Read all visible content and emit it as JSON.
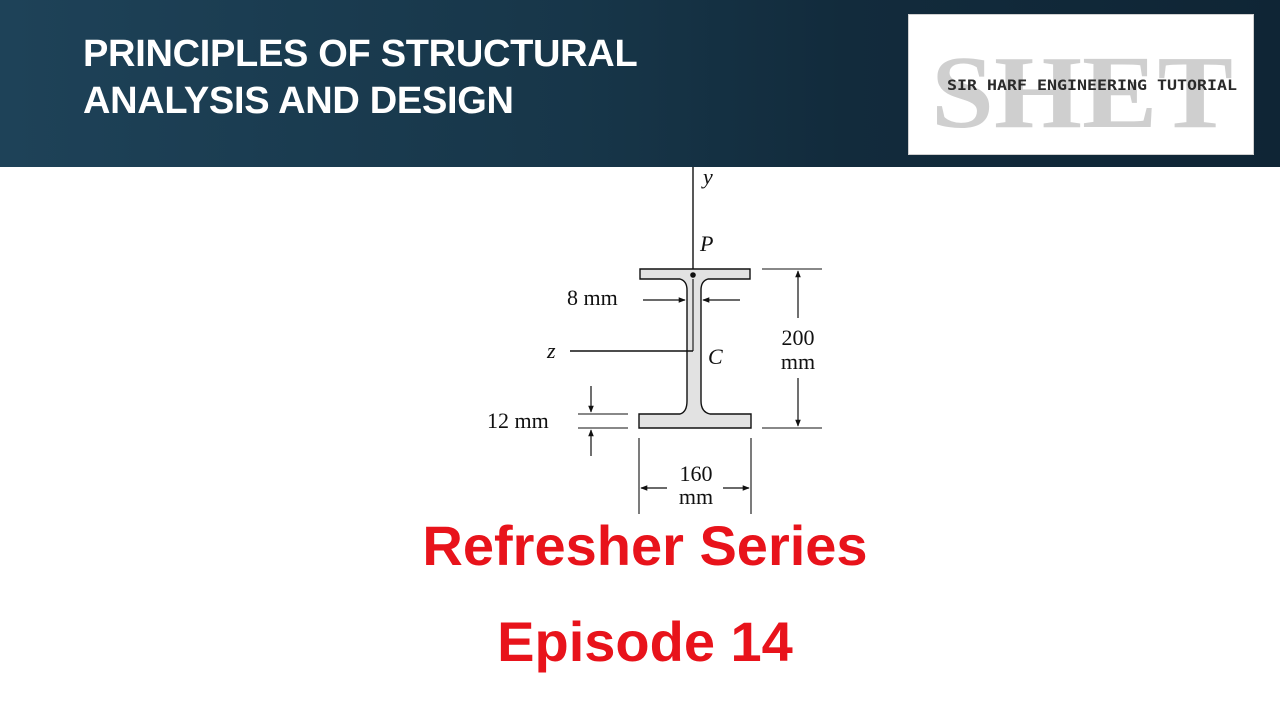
{
  "banner": {
    "title_line1": "PRINCIPLES OF STRUCTURAL",
    "title_line2": "ANALYSIS AND DESIGN",
    "background_color": "#173649",
    "title_color": "#ffffff"
  },
  "logo": {
    "watermark_text": "SHET",
    "tagline": "SIR HARF ENGINEERING TUTORIAL"
  },
  "diagram": {
    "axis_y": "y",
    "axis_z": "z",
    "point_p": "P",
    "centroid": "C",
    "web_thickness": "8 mm",
    "flange_thickness": "12 mm",
    "depth_value": "200",
    "depth_unit": "mm",
    "width_value": "160",
    "width_unit": "mm",
    "section_fill": "#e2e2e2"
  },
  "headline": {
    "series": "Refresher Series",
    "episode": "Episode 14",
    "color": "#e8131b"
  }
}
